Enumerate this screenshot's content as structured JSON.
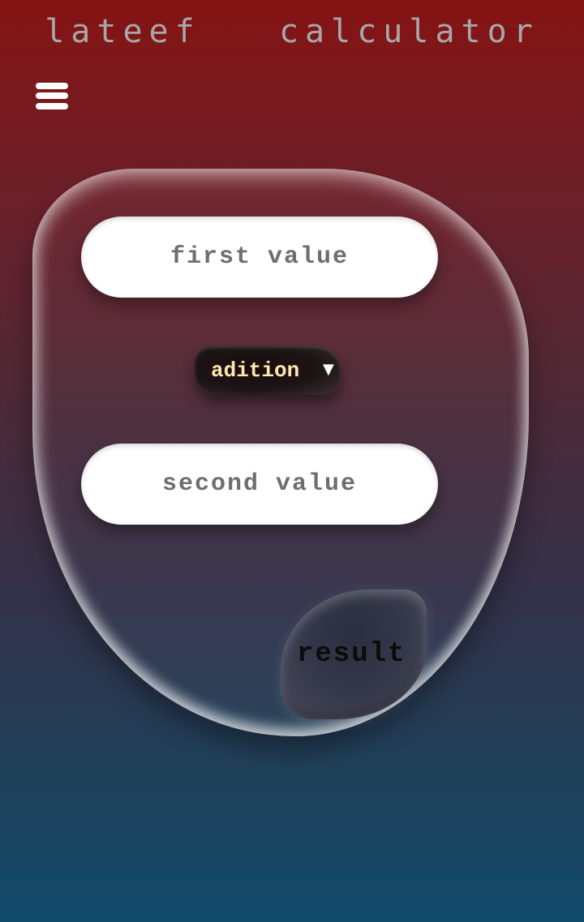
{
  "header": {
    "title": "lateef   calculator"
  },
  "menu": {
    "icon": "hamburger-menu-icon"
  },
  "form": {
    "first_value_placeholder": "first value",
    "second_value_placeholder": "second value",
    "operation": {
      "selected": "adition",
      "arrow": "▼"
    },
    "result_label": "result"
  },
  "colors": {
    "background_top": "#851313",
    "background_bottom": "#104a6a",
    "title_text": "#a7a7a7",
    "operation_text": "#ffe6b0",
    "input_background": "#ffffff"
  }
}
